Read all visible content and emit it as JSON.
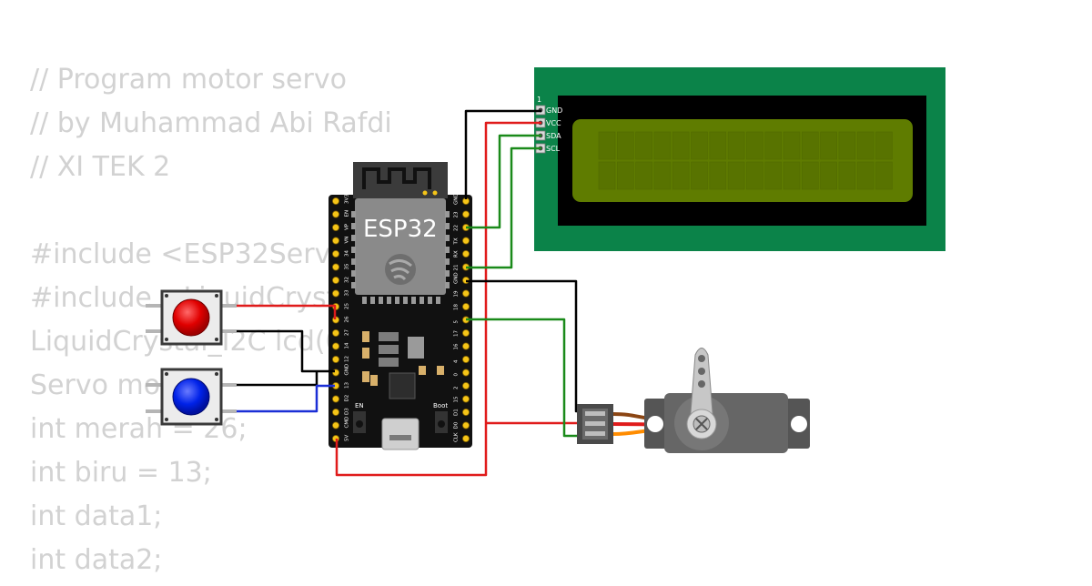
{
  "code_lines": [
    "// Program motor servo",
    "// by Muhammad Abi Rafdi",
    "// XI TEK 2",
    "",
    "#include <ESP32Servo",
    "#include <LiquidCryst",
    "LiquidCrystal_I2C lcd(0",
    "Servo mot",
    "int merah = 26;",
    "int biru = 13;",
    "int data1;",
    "int data2;"
  ],
  "esp32": {
    "label": "ESP32",
    "en_label": "EN",
    "boot_label": "Boot",
    "left_pins": [
      "3V3",
      "EN",
      "VP",
      "VN",
      "34",
      "35",
      "32",
      "33",
      "25",
      "26",
      "27",
      "14",
      "12",
      "GND",
      "13",
      "D2",
      "D3",
      "CMD",
      "5V"
    ],
    "right_pins": [
      "GND",
      "23",
      "22",
      "TX",
      "RX",
      "21",
      "GND",
      "19",
      "18",
      "5",
      "17",
      "16",
      "4",
      "0",
      "2",
      "15",
      "D1",
      "D0",
      "CLK"
    ]
  },
  "lcd": {
    "pin1_marker": "1",
    "pins": [
      "GND",
      "VCC",
      "SDA",
      "SCL"
    ],
    "board_color": "#0b8349",
    "screen_color": "#5f7c00"
  },
  "colors": {
    "wire_red": "#e01b1b",
    "wire_black": "#000000",
    "wire_green": "#1a8a1a",
    "wire_blue": "#1b2fd6",
    "button_red": "#e00000",
    "button_blue": "#0022e8",
    "servo_body": "#666666"
  }
}
